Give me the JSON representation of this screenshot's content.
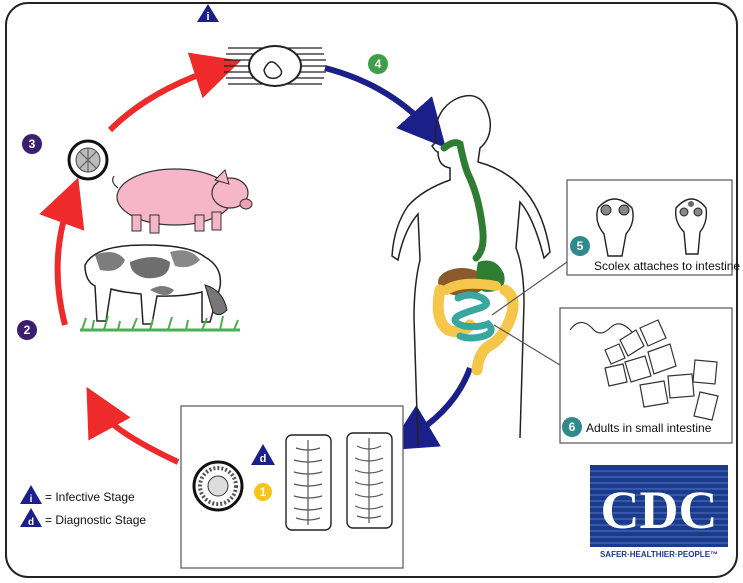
{
  "stages": {
    "step1": "1",
    "step2": "2",
    "step3": "3",
    "step4": "4",
    "step5": "5",
    "step6": "6",
    "infective_mark": "i",
    "diagnostic_mark": "d"
  },
  "captions": {
    "scolex": "Scolex attaches to intestine",
    "adults": "Adults in small intestine"
  },
  "legend": {
    "infective": "= Infective Stage",
    "diagnostic": "= Diagnostic Stage"
  },
  "logo": {
    "letters": "CDC",
    "tagline": "SAFER·HEALTHIER·PEOPLE™"
  },
  "colors": {
    "red_arrow": "#ee2a2a",
    "blue_arrow": "#1b1f8a",
    "purple_badge": "#3b1f6e",
    "green_badge": "#3f9e4a",
    "teal_badge": "#2f8a8c",
    "yellow_badge": "#f5c518",
    "cdc_blue": "#1a3a8c",
    "pig_pink": "#f7b6c8",
    "intestine_teal": "#3aa6a0",
    "colon_yellow": "#f6c64a",
    "esophagus_green": "#2e7d32",
    "liver_brown": "#8b5a2b"
  }
}
